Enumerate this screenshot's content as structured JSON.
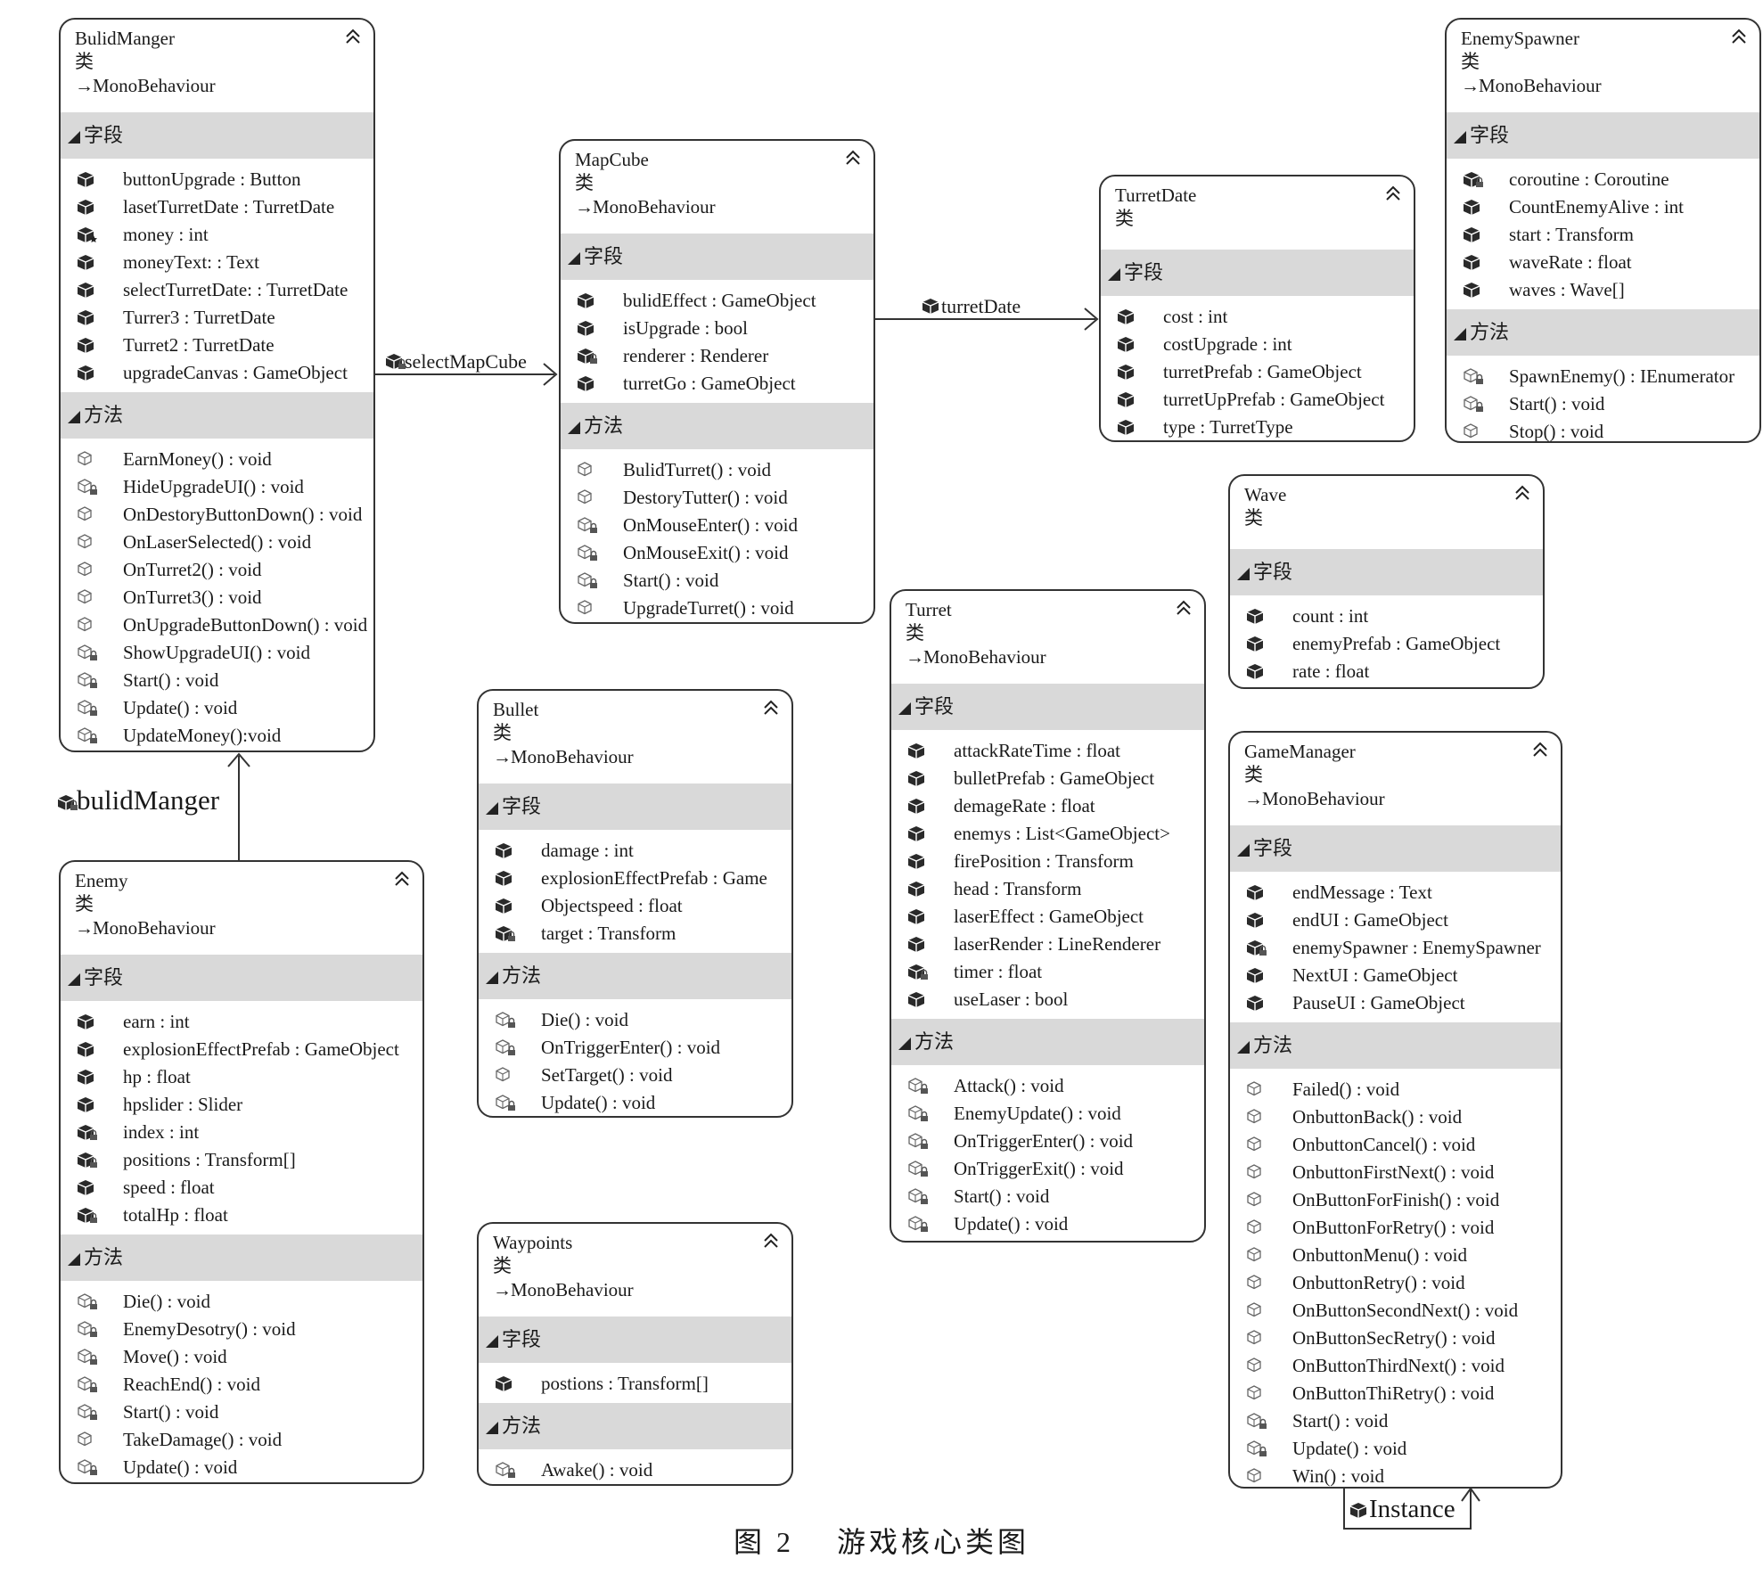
{
  "kind_label": "类",
  "section_fields": "字段",
  "section_methods": "方法",
  "caption": "图 2　 游戏核心类图",
  "classes": {
    "BulidManger": {
      "name": "BulidManger",
      "parent": "MonoBehaviour",
      "fields": [
        {
          "text": "buttonUpgrade : Button",
          "icon": "field-icon"
        },
        {
          "text": "lasetTurretDate : TurretDate",
          "icon": "field-icon"
        },
        {
          "text": "money : int",
          "icon": "field-star-icon"
        },
        {
          "text": "moneyText: : Text",
          "icon": "field-icon"
        },
        {
          "text": "selectTurretDate: : TurretDate",
          "icon": "field-icon"
        },
        {
          "text": "Turrer3 : TurretDate",
          "icon": "field-icon"
        },
        {
          "text": "Turret2 : TurretDate",
          "icon": "field-icon"
        },
        {
          "text": "upgradeCanvas : GameObject",
          "icon": "field-icon"
        }
      ],
      "methods": [
        {
          "text": "EarnMoney() : void",
          "icon": "method-icon"
        },
        {
          "text": "HideUpgradeUI() : void",
          "icon": "method-private-icon"
        },
        {
          "text": "OnDestoryButtonDown() : void",
          "icon": "method-icon"
        },
        {
          "text": "OnLaserSelected() : void",
          "icon": "method-icon"
        },
        {
          "text": "OnTurret2() : void",
          "icon": "method-icon"
        },
        {
          "text": "OnTurret3() : void",
          "icon": "method-icon"
        },
        {
          "text": "OnUpgradeButtonDown() : void",
          "icon": "method-icon"
        },
        {
          "text": "ShowUpgradeUI() : void",
          "icon": "method-private-icon"
        },
        {
          "text": "Start() : void",
          "icon": "method-private-icon"
        },
        {
          "text": "Update() : void",
          "icon": "method-private-icon"
        },
        {
          "text": "UpdateMoney():void",
          "icon": "method-private-icon"
        }
      ]
    },
    "MapCube": {
      "name": "MapCube",
      "parent": "MonoBehaviour",
      "fields": [
        {
          "text": "bulidEffect : GameObject",
          "icon": "field-icon"
        },
        {
          "text": "isUpgrade : bool",
          "icon": "field-icon"
        },
        {
          "text": "renderer : Renderer",
          "icon": "field-private-icon"
        },
        {
          "text": "turretGo : GameObject",
          "icon": "field-icon"
        }
      ],
      "methods": [
        {
          "text": "BulidTurret() : void",
          "icon": "method-icon"
        },
        {
          "text": "DestoryTutter() : void",
          "icon": "method-icon"
        },
        {
          "text": "OnMouseEnter() : void",
          "icon": "method-private-icon"
        },
        {
          "text": "OnMouseExit() : void",
          "icon": "method-private-icon"
        },
        {
          "text": "Start() : void",
          "icon": "method-private-icon"
        },
        {
          "text": "UpgradeTurret() : void",
          "icon": "method-icon"
        }
      ]
    },
    "TurretDate": {
      "name": "TurretDate",
      "parent": "",
      "fields": [
        {
          "text": "cost : int",
          "icon": "field-icon"
        },
        {
          "text": "costUpgrade : int",
          "icon": "field-icon"
        },
        {
          "text": "turretPrefab : GameObject",
          "icon": "field-icon"
        },
        {
          "text": "turretUpPrefab : GameObject",
          "icon": "field-icon"
        },
        {
          "text": "type : TurretType",
          "icon": "field-icon"
        }
      ],
      "methods": []
    },
    "EnemySpawner": {
      "name": "EnemySpawner",
      "parent": "MonoBehaviour",
      "fields": [
        {
          "text": "coroutine : Coroutine",
          "icon": "field-private-icon"
        },
        {
          "text": "CountEnemyAlive : int",
          "icon": "field-icon"
        },
        {
          "text": "start : Transform",
          "icon": "field-icon"
        },
        {
          "text": "waveRate : float",
          "icon": "field-icon"
        },
        {
          "text": "waves : Wave[]",
          "icon": "field-icon"
        }
      ],
      "methods": [
        {
          "text": "SpawnEnemy() : IEnumerator",
          "icon": "method-private-icon"
        },
        {
          "text": "Start() : void",
          "icon": "method-private-icon"
        },
        {
          "text": "Stop() : void",
          "icon": "method-icon"
        }
      ]
    },
    "Wave": {
      "name": "Wave",
      "parent": "",
      "fields": [
        {
          "text": "count : int",
          "icon": "field-icon"
        },
        {
          "text": "enemyPrefab : GameObject",
          "icon": "field-icon"
        },
        {
          "text": "rate : float",
          "icon": "field-icon"
        }
      ],
      "methods": []
    },
    "Bullet": {
      "name": "Bullet",
      "parent": "MonoBehaviour",
      "fields": [
        {
          "text": "damage : int",
          "icon": "field-icon"
        },
        {
          "text": "explosionEffectPrefab : Game",
          "icon": "field-icon"
        },
        {
          "text": "Objectspeed : float",
          "icon": "field-icon"
        },
        {
          "text": "target : Transform",
          "icon": "field-private-icon"
        }
      ],
      "methods": [
        {
          "text": "Die() : void",
          "icon": "method-private-icon"
        },
        {
          "text": "OnTriggerEnter() : void",
          "icon": "method-private-icon"
        },
        {
          "text": "SetTarget() : void",
          "icon": "method-icon"
        },
        {
          "text": "Update() : void",
          "icon": "method-private-icon"
        }
      ]
    },
    "Turret": {
      "name": "Turret",
      "parent": "MonoBehaviour",
      "fields": [
        {
          "text": "attackRateTime : float",
          "icon": "field-icon"
        },
        {
          "text": "bulletPrefab : GameObject",
          "icon": "field-icon"
        },
        {
          "text": "demageRate : float",
          "icon": "field-icon"
        },
        {
          "text": "enemys : List<GameObject>",
          "icon": "field-icon"
        },
        {
          "text": "firePosition : Transform",
          "icon": "field-icon"
        },
        {
          "text": "head : Transform",
          "icon": "field-icon"
        },
        {
          "text": "laserEffect : GameObject",
          "icon": "field-icon"
        },
        {
          "text": "laserRender : LineRenderer",
          "icon": "field-icon"
        },
        {
          "text": "timer : float",
          "icon": "field-private-icon"
        },
        {
          "text": "useLaser : bool",
          "icon": "field-icon"
        }
      ],
      "methods": [
        {
          "text": "Attack() : void",
          "icon": "method-private-icon"
        },
        {
          "text": "EnemyUpdate() : void",
          "icon": "method-private-icon"
        },
        {
          "text": "OnTriggerEnter() : void",
          "icon": "method-private-icon"
        },
        {
          "text": "OnTriggerExit() : void",
          "icon": "method-private-icon"
        },
        {
          "text": "Start() : void",
          "icon": "method-private-icon"
        },
        {
          "text": "Update() : void",
          "icon": "method-private-icon"
        }
      ]
    },
    "Enemy": {
      "name": "Enemy",
      "parent": "MonoBehaviour",
      "fields": [
        {
          "text": "earn : int",
          "icon": "field-icon"
        },
        {
          "text": "explosionEffectPrefab : GameObject",
          "icon": "field-icon"
        },
        {
          "text": "hp : float",
          "icon": "field-icon"
        },
        {
          "text": "hpslider : Slider",
          "icon": "field-icon"
        },
        {
          "text": "index : int",
          "icon": "field-private-icon"
        },
        {
          "text": "positions : Transform[]",
          "icon": "field-private-icon"
        },
        {
          "text": "speed : float",
          "icon": "field-icon"
        },
        {
          "text": "totalHp : float",
          "icon": "field-private-icon"
        }
      ],
      "methods": [
        {
          "text": "Die() : void",
          "icon": "method-private-icon"
        },
        {
          "text": "EnemyDesotry() : void",
          "icon": "method-private-icon"
        },
        {
          "text": "Move() : void",
          "icon": "method-private-icon"
        },
        {
          "text": "ReachEnd() : void",
          "icon": "method-private-icon"
        },
        {
          "text": "Start() : void",
          "icon": "method-private-icon"
        },
        {
          "text": "TakeDamage() : void",
          "icon": "method-icon"
        },
        {
          "text": "Update() : void",
          "icon": "method-private-icon"
        }
      ]
    },
    "Waypoints": {
      "name": "Waypoints",
      "parent": "MonoBehaviour",
      "fields": [
        {
          "text": "postions : Transform[]",
          "icon": "field-icon"
        }
      ],
      "methods": [
        {
          "text": "Awake() : void",
          "icon": "method-private-icon"
        }
      ]
    },
    "GameManager": {
      "name": "GameManager",
      "parent": "MonoBehaviour",
      "fields": [
        {
          "text": "endMessage : Text",
          "icon": "field-icon"
        },
        {
          "text": "endUI : GameObject",
          "icon": "field-icon"
        },
        {
          "text": "enemySpawner : EnemySpawner",
          "icon": "field-private-icon"
        },
        {
          "text": "NextUI : GameObject",
          "icon": "field-icon"
        },
        {
          "text": "PauseUI : GameObject",
          "icon": "field-icon"
        }
      ],
      "methods": [
        {
          "text": "Failed() : void",
          "icon": "method-icon"
        },
        {
          "text": "OnbuttonBack() : void",
          "icon": "method-icon"
        },
        {
          "text": "OnbuttonCancel() : void",
          "icon": "method-icon"
        },
        {
          "text": "OnbuttonFirstNext() : void",
          "icon": "method-icon"
        },
        {
          "text": "OnButtonForFinish() : void",
          "icon": "method-icon"
        },
        {
          "text": "OnButtonForRetry() : void",
          "icon": "method-icon"
        },
        {
          "text": "OnbuttonMenu() : void",
          "icon": "method-icon"
        },
        {
          "text": "OnbuttonRetry() : void",
          "icon": "method-icon"
        },
        {
          "text": "OnButtonSecondNext() : void",
          "icon": "method-icon"
        },
        {
          "text": "OnButtonSecRetry() : void",
          "icon": "method-icon"
        },
        {
          "text": "OnButtonThirdNext() : void",
          "icon": "method-icon"
        },
        {
          "text": "OnButtonThiRetry() : void",
          "icon": "method-icon"
        },
        {
          "text": "Start() : void",
          "icon": "method-private-icon"
        },
        {
          "text": "Update() : void",
          "icon": "method-private-icon"
        },
        {
          "text": "Win() : void",
          "icon": "method-icon"
        }
      ]
    }
  },
  "associations": [
    {
      "from": "BulidManger",
      "to": "MapCube",
      "label": "selectMapCube"
    },
    {
      "from": "MapCube",
      "to": "TurretDate",
      "label": "turretDate"
    },
    {
      "from": "Enemy",
      "to": "BulidManger",
      "label": "bulidManger"
    },
    {
      "from": "GameManager",
      "to": "GameManager",
      "label": "Instance"
    }
  ]
}
